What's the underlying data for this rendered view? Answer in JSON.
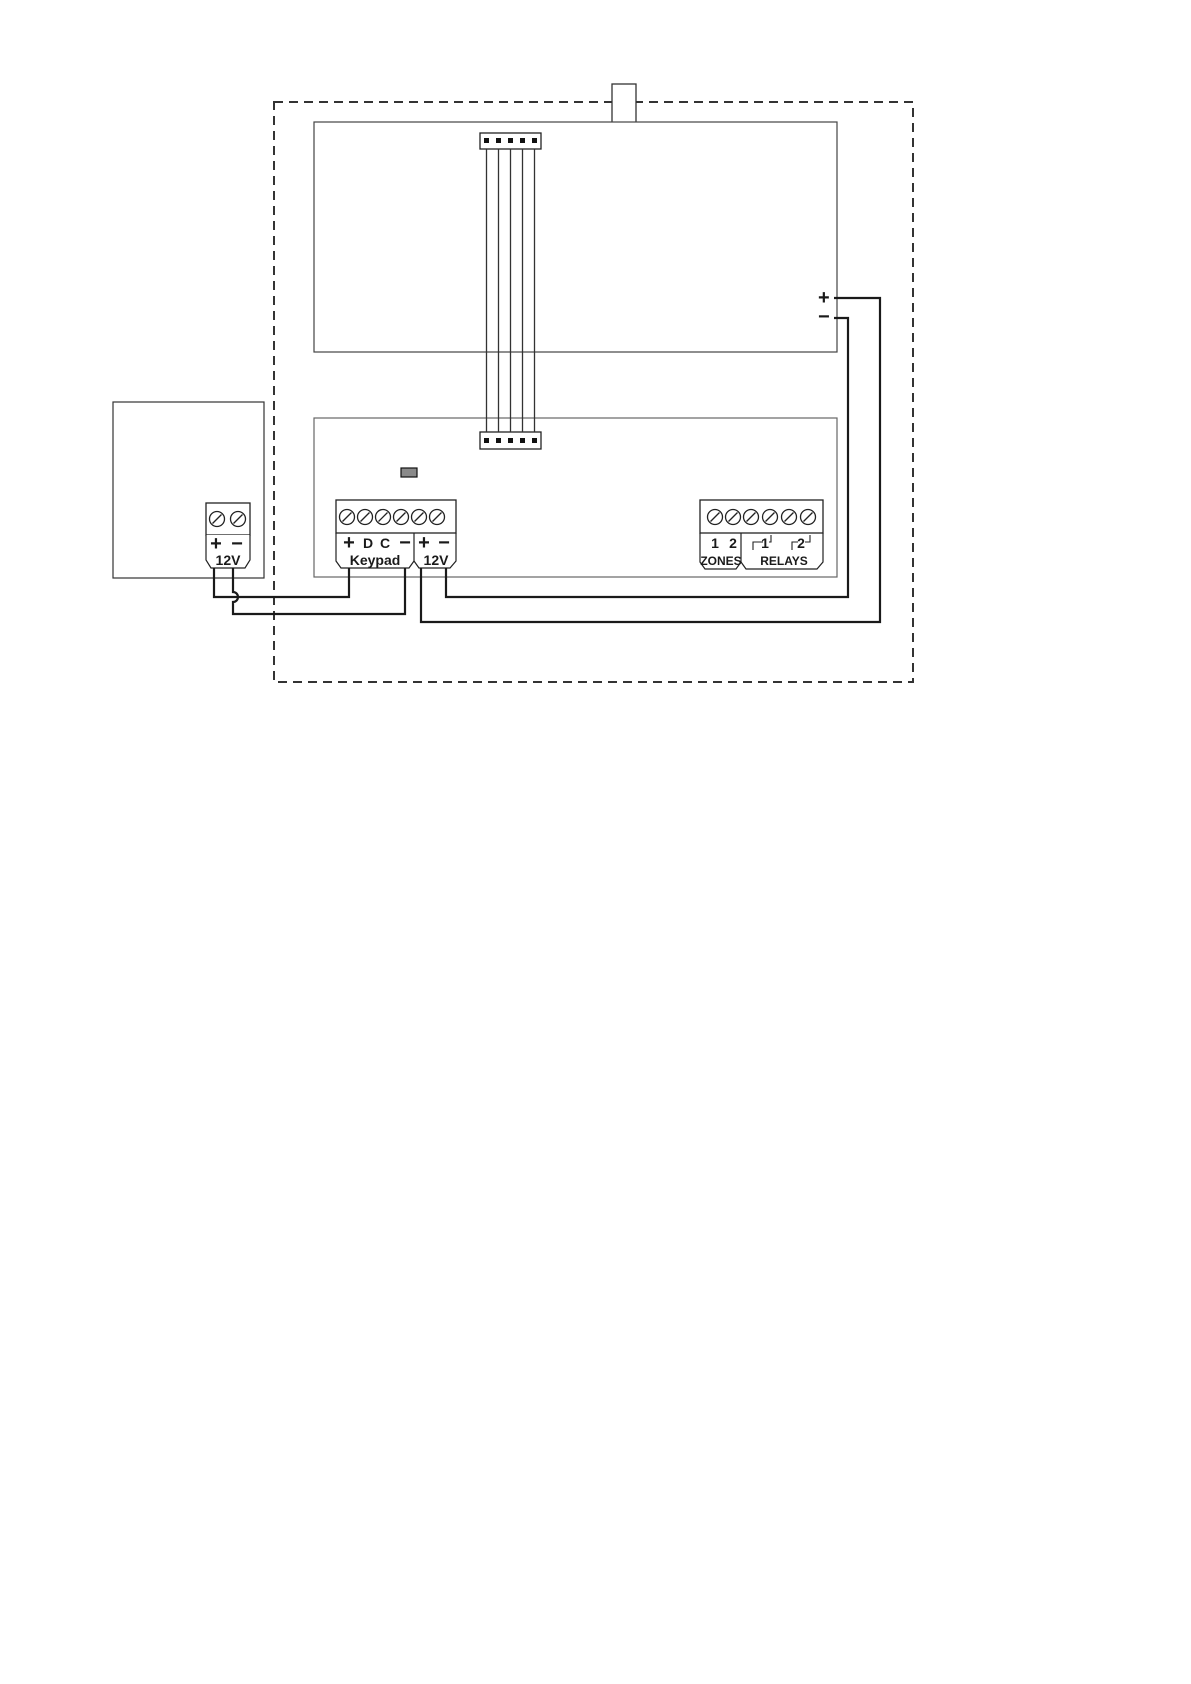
{
  "power_supply": {
    "plus": "+",
    "minus": "−"
  },
  "external_supply": {
    "plus": "+",
    "minus": "−",
    "label": "12V"
  },
  "keypad_block": {
    "terminals": [
      "+",
      "D",
      "C",
      "−"
    ],
    "label": "Keypad"
  },
  "board_power_block": {
    "terminals": [
      "+",
      "−"
    ],
    "label": "12V"
  },
  "zones_block": {
    "terminals": [
      "1",
      "2"
    ],
    "label": "ZONES"
  },
  "relays_block": {
    "terminals": [
      "1",
      "2"
    ],
    "label": "RELAYS"
  }
}
